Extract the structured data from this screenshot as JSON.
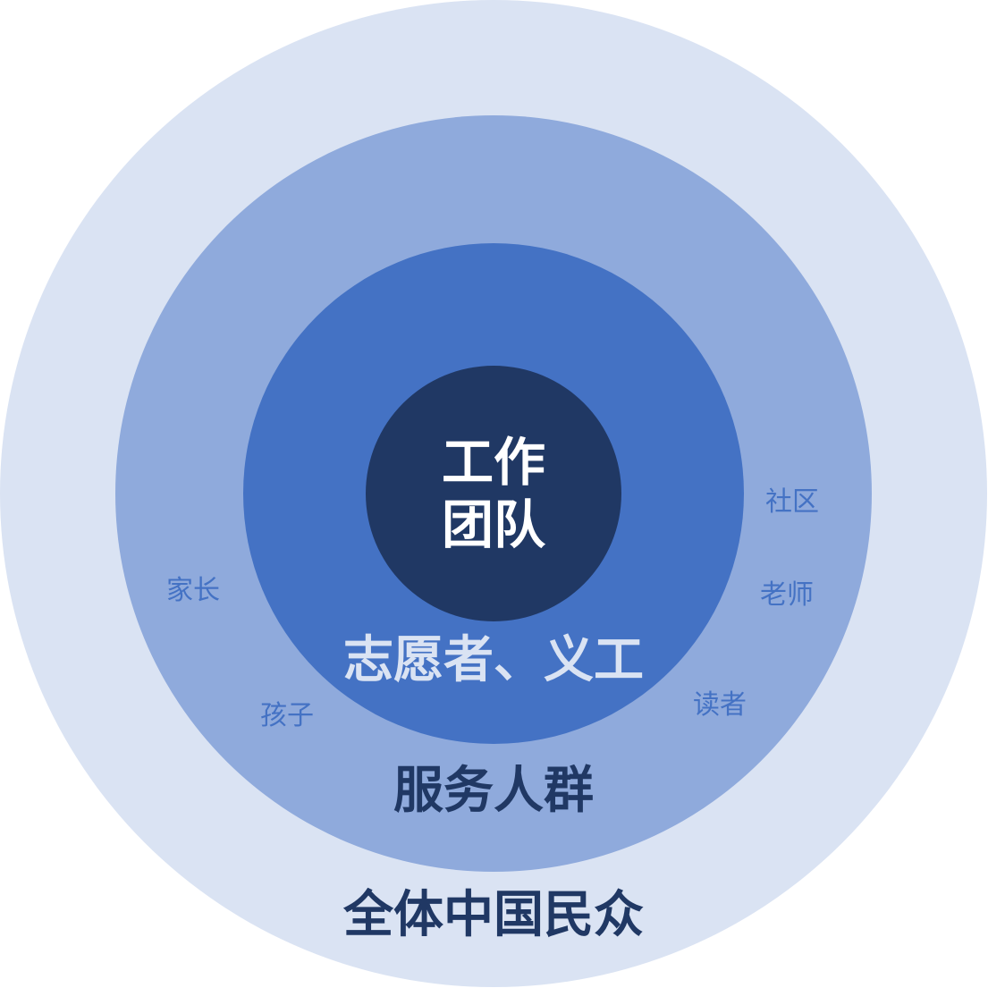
{
  "diagram": {
    "rings": [
      {
        "id": "outer",
        "label": "全体中国民众",
        "fill": "#dae3f3",
        "label_color": "#203864"
      },
      {
        "id": "service",
        "label": "服务人群",
        "fill": "#8faadc",
        "label_color": "#203864"
      },
      {
        "id": "volunteer",
        "label": "志愿者、义工",
        "fill": "#4472c4",
        "label_color": "#dae3f3"
      },
      {
        "id": "core",
        "label_line1": "工作",
        "label_line2": "团队",
        "fill": "#203864",
        "label_color": "#ffffff"
      }
    ],
    "service_members": [
      "家长",
      "孩子",
      "社区",
      "老师",
      "读者"
    ],
    "member_color": "#4472c4"
  }
}
